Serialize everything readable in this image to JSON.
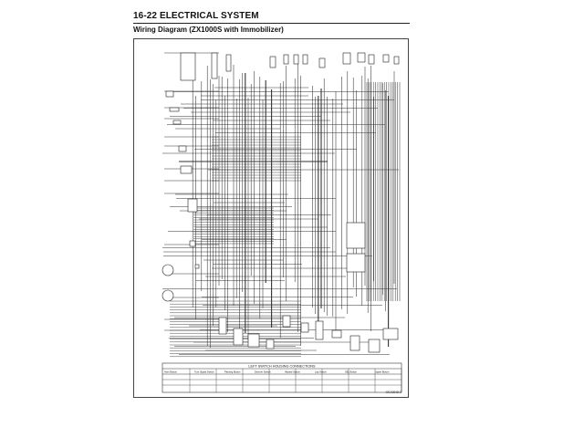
{
  "header": {
    "section_title": "16-22 ELECTRICAL SYSTEM",
    "diagram_title": "Wiring Diagram (ZX1000S with Immobilizer)"
  },
  "table": {
    "title": "LEFT SWITCH HOUSING CONNECTIONS",
    "columns": [
      "Horn Button",
      "Turn Signal Switch",
      "Passing Button",
      "Dimmer Switch",
      "Hazard Switch",
      "Lap Switch",
      "SEL Button",
      "Upper Button"
    ]
  },
  "footer": {
    "code": "GEJ/2048 C"
  },
  "colors": {
    "line": "#333333",
    "frame": "#444444"
  }
}
